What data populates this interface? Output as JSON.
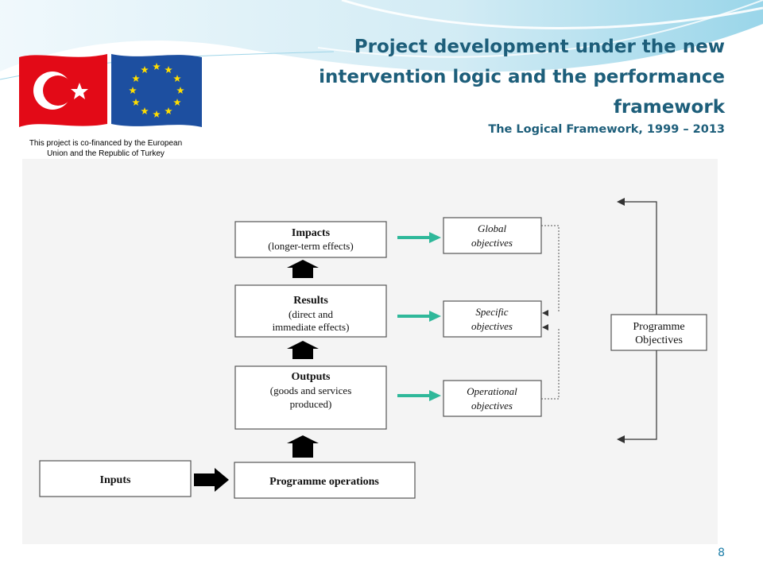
{
  "header": {
    "title": "Project development under the new intervention logic and the performance framework",
    "subtitle": "The Logical Framework, 1999 – 2013",
    "caption_line1": "This project is co-financed by the European",
    "caption_line2": "Union and the Republic of Turkey"
  },
  "diagram": {
    "boxes": {
      "impacts_title": "Impacts",
      "impacts_desc": "(longer-term effects)",
      "results_title": "Results",
      "results_desc1": "(direct and",
      "results_desc2": "immediate effects)",
      "outputs_title": "Outputs",
      "outputs_desc1": "(goods and services",
      "outputs_desc2": "produced)",
      "inputs": "Inputs",
      "operations": "Programme operations",
      "global1": "Global",
      "global2": "objectives",
      "specific1": "Specific",
      "specific2": "objectives",
      "operational1": "Operational",
      "operational2": "objectives",
      "programme1": "Programme",
      "programme2": "Objectives"
    }
  },
  "footer": {
    "page_number": "8"
  },
  "colors": {
    "title": "#1d5e7a",
    "arrow_teal": "#2fb89a",
    "flag_red": "#e30a17",
    "eu_blue": "#1d4fa0"
  }
}
